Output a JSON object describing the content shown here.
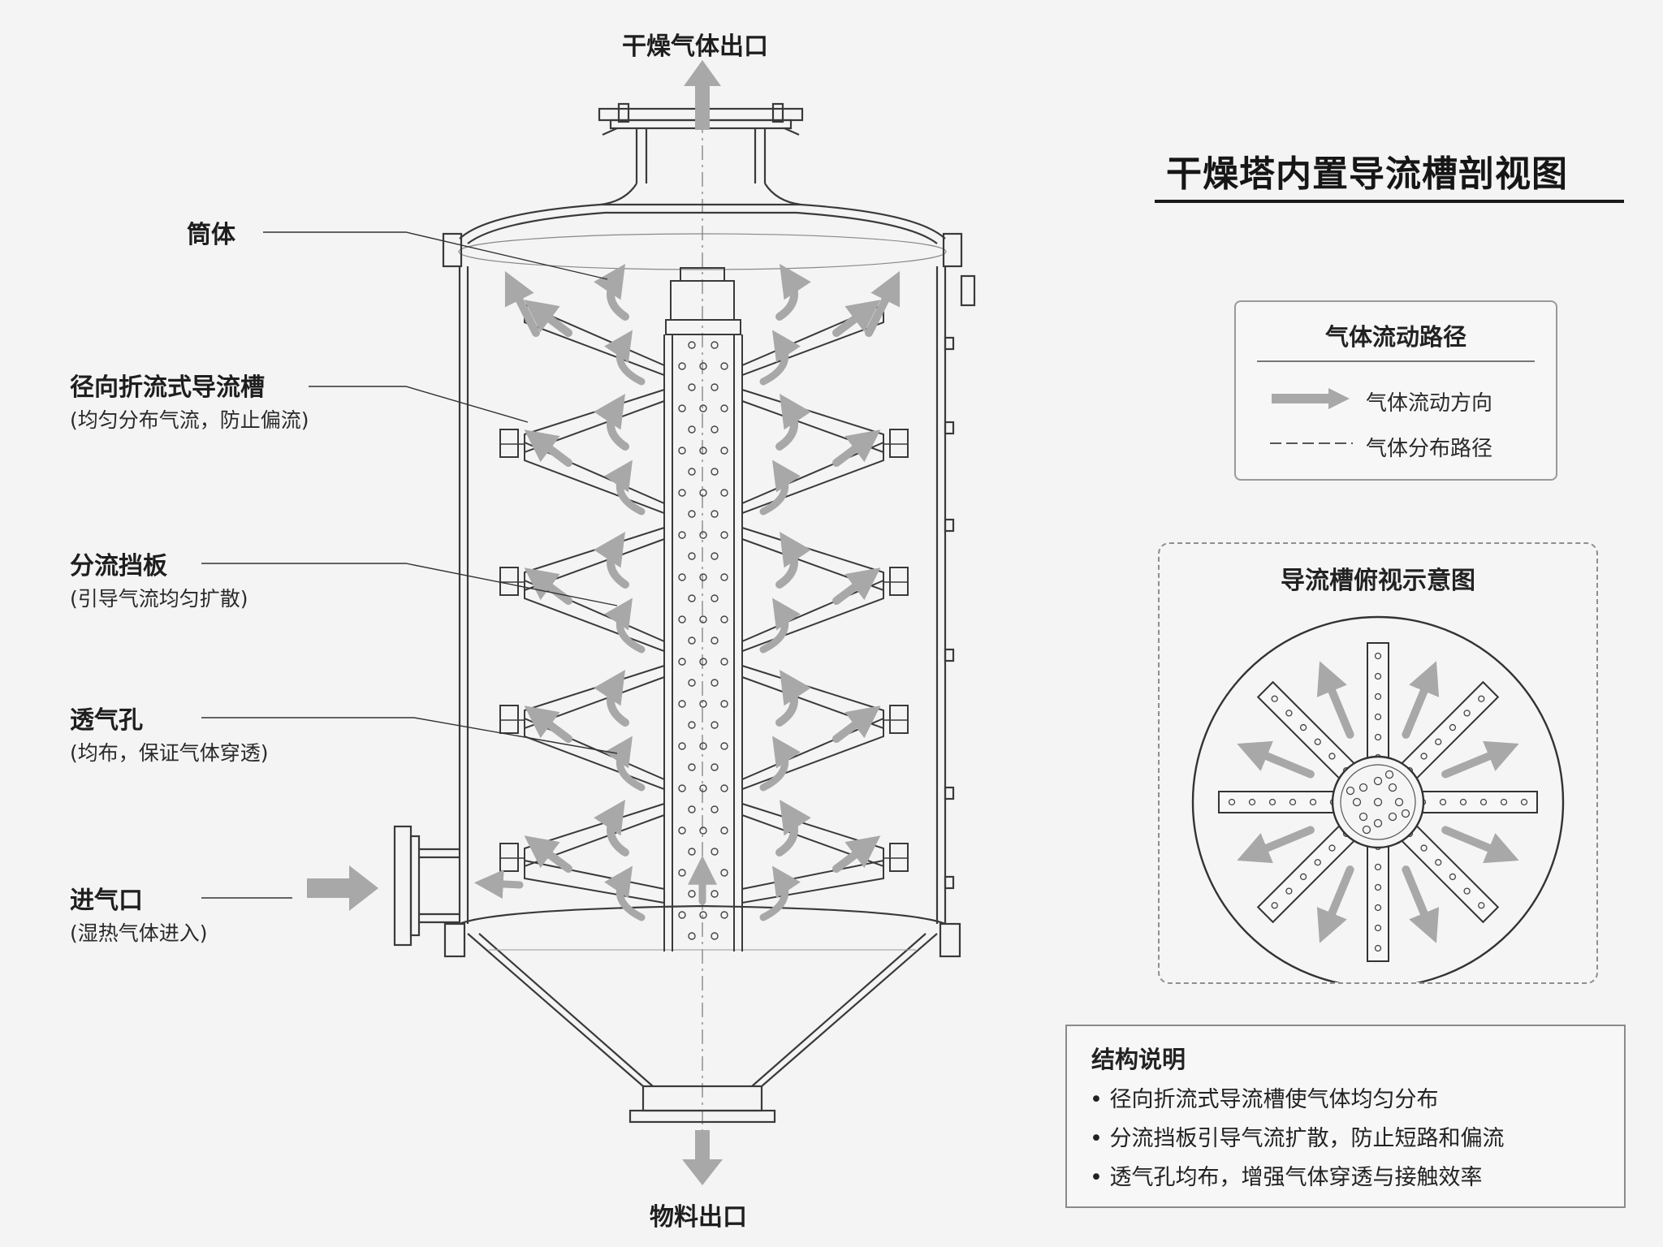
{
  "title": "干燥塔内置导流槽剖视图",
  "flow_labels": {
    "top_outlet": "干燥气体出口",
    "bottom_outlet": "物料出口"
  },
  "callouts": [
    {
      "id": "shell",
      "label": "筒体",
      "sub": ""
    },
    {
      "id": "radial_channel",
      "label": "径向折流式导流槽",
      "sub": "(均匀分布气流，防止偏流)"
    },
    {
      "id": "baffle",
      "label": "分流挡板",
      "sub": "(引导气流均匀扩散)"
    },
    {
      "id": "vent_holes",
      "label": "透气孔",
      "sub": "(均布，保证气体穿透)"
    },
    {
      "id": "inlet",
      "label": "进气口",
      "sub": "(湿热气体进入)"
    }
  ],
  "legend": {
    "title": "气体流动路径",
    "items": [
      {
        "label": "气体流动方向",
        "icon": "gray-arrow-icon"
      },
      {
        "label": "气体分布路径",
        "icon": "dashed-line-icon"
      }
    ]
  },
  "top_view": {
    "title": "导流槽俯视示意图"
  },
  "notes": {
    "title": "结构说明",
    "items": [
      "径向折流式导流槽使气体均匀分布",
      "分流挡板引导气流扩散，防止短路和偏流",
      "透气孔均布，增强气体穿透与接触效率"
    ]
  },
  "colors": {
    "line": "#3a3a3a",
    "arrow": "#a8a8a8",
    "background": "#f4f4f4"
  }
}
